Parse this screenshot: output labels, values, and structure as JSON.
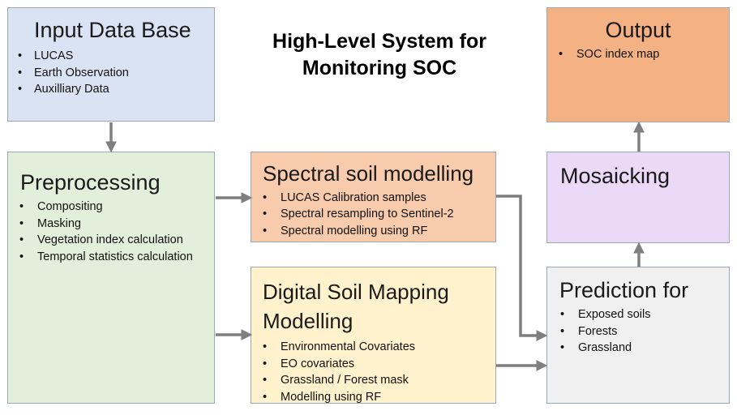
{
  "title": {
    "line1": "High-Level System for",
    "line2": "Monitoring SOC"
  },
  "input": {
    "heading": "Input Data Base",
    "items": [
      "LUCAS",
      "Earth Observation",
      "Auxilliary Data"
    ]
  },
  "preprocessing": {
    "heading": "Preprocessing",
    "items": [
      "Compositing",
      "Masking",
      "Vegetation index calculation",
      "Temporal statistics calculation"
    ]
  },
  "spectral": {
    "heading": "Spectral soil modelling",
    "items": [
      "LUCAS Calibration samples",
      "Spectral resampling to Sentinel-2",
      "Spectral modelling using RF"
    ]
  },
  "dsm": {
    "heading_line1": "Digital Soil Mapping",
    "heading_line2": "Modelling",
    "items": [
      "Environmental Covariates",
      "EO covariates",
      "Grassland / Forest mask",
      "Modelling using RF"
    ]
  },
  "output": {
    "heading": "Output",
    "items": [
      "SOC index map"
    ]
  },
  "mosaicking": {
    "heading": "Mosaicking"
  },
  "prediction": {
    "heading": "Prediction for",
    "items": [
      "Exposed soils",
      "Forests",
      "Grassland"
    ]
  },
  "colors": {
    "input": "#dae3f3",
    "preprocessing": "#e2efda",
    "spectral": "#f8cbad",
    "dsm": "#fff2cc",
    "output": "#f4b183",
    "mosaicking": "#ead9f7",
    "prediction": "#f0f0f0",
    "arrow": "#7f7f7f"
  }
}
